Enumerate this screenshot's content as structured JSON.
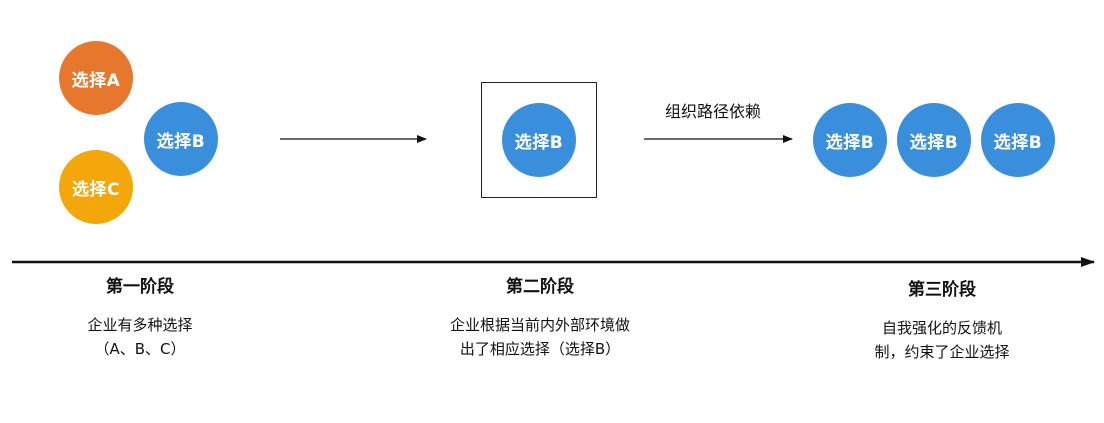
{
  "stage1": {
    "circles": {
      "a": "选择A",
      "b": "选择B",
      "c": "选择C"
    },
    "title": "第一阶段",
    "desc_line1": "企业有多种选择",
    "desc_line2": "（A、B、C）"
  },
  "stage2": {
    "circle": "选择B",
    "title": "第二阶段",
    "desc_line1": "企业根据当前内外部环境做",
    "desc_line2": "出了相应选择（选择B）"
  },
  "stage3": {
    "arrow_label": "组织路径依赖",
    "circles": [
      "选择B",
      "选择B",
      "选择B"
    ],
    "title": "第三阶段",
    "desc_line1": "自我强化的反馈机",
    "desc_line2": "制，约束了企业选择"
  },
  "colors": {
    "blue": "#3a8fdc",
    "orange": "#e8772e",
    "yellow": "#f3a70b"
  }
}
